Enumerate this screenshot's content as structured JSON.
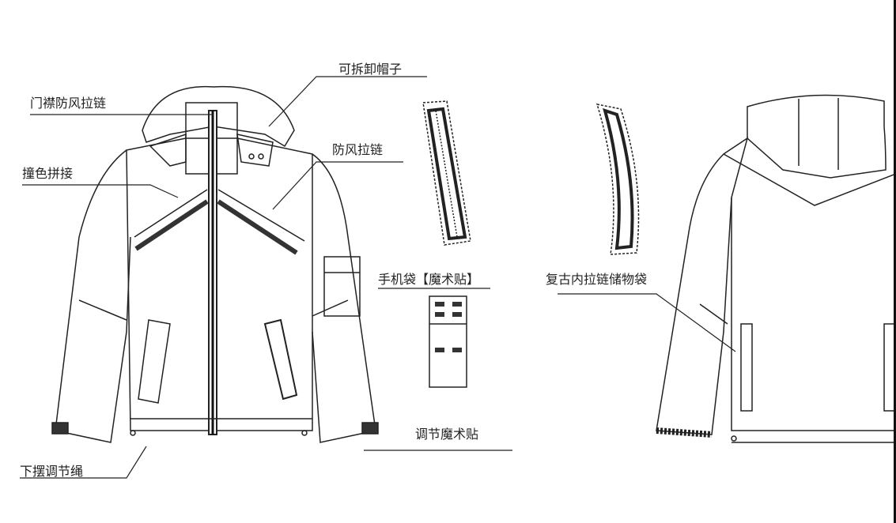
{
  "labels": {
    "detachable_hood": "可拆卸帽子",
    "placket_zipper": "门襟防风拉链",
    "windproof_zipper": "防风拉链",
    "color_block": "撞色拼接",
    "phone_pocket": "手机袋【魔术贴】",
    "inner_zip_pocket": "复古内拉链储物袋",
    "adjust_velcro": "调节魔术贴",
    "hem_drawcord": "下摆调节绳"
  }
}
